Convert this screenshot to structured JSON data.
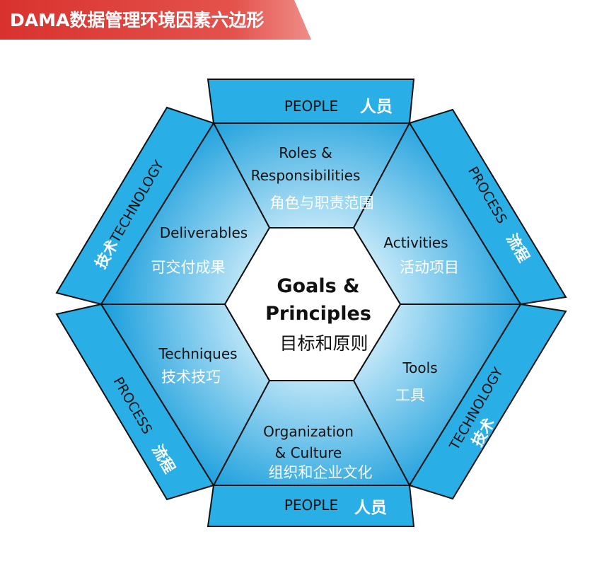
{
  "title": "DAMA数据管理环境因素六边形",
  "center": {
    "line1": "Goals &",
    "line2": "Principles",
    "cn": "目标和原则"
  },
  "segments": [
    {
      "id": "roles",
      "en1": "Roles &",
      "en2": "Responsibilities",
      "cn": "角色与职责范围"
    },
    {
      "id": "activities",
      "en1": "Activities",
      "cn": "活动项目"
    },
    {
      "id": "tools",
      "en1": "Tools",
      "cn": "工具"
    },
    {
      "id": "organization",
      "en1": "Organization",
      "en2": "& Culture",
      "cn": "组织和企业文化"
    },
    {
      "id": "techniques",
      "en1": "Techniques",
      "cn": "技术技巧"
    },
    {
      "id": "deliverables",
      "en1": "Deliverables",
      "cn": "可交付成果"
    }
  ],
  "edges": {
    "people_top": {
      "en": "PEOPLE",
      "cn": "人员"
    },
    "process_right": {
      "en": "PROCESS",
      "cn": "流程"
    },
    "technology_right": {
      "en": "TECHNOLOGY",
      "cn": "技术"
    },
    "people_bottom": {
      "en": "PEOPLE",
      "cn": "人员"
    },
    "process_left": {
      "en": "PROCESS",
      "cn": "流程"
    },
    "technology_left": {
      "en": "TECHNOLOGY",
      "cn": "技术"
    }
  },
  "colors": {
    "banner": "#d9322e",
    "edge_fill": "#29aee6",
    "segment_light": "#e6f6fd",
    "segment_dark": "#1ea3de",
    "outline": "#111111"
  }
}
